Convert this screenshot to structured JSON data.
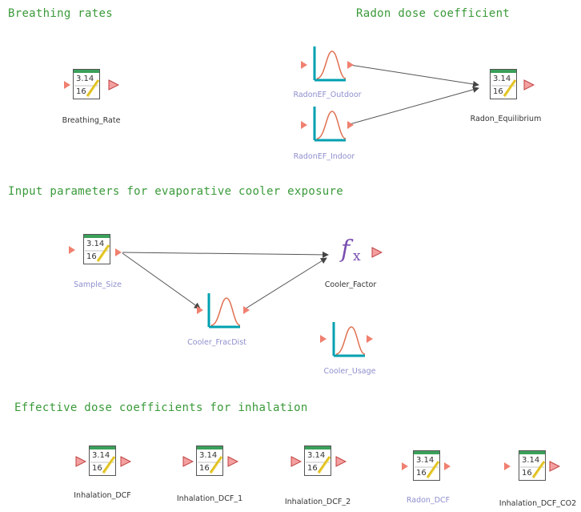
{
  "sections": {
    "breathing": "Breathing rates",
    "radon": "Radon dose coefficient",
    "cooler": "Input parameters for evaporative cooler exposure",
    "inhalation": "Effective dose coefficients for inhalation"
  },
  "nodes": {
    "breathing_rate": {
      "label": "Breathing_Rate",
      "top": "3.14",
      "bottom": "16"
    },
    "radon_outdoor": {
      "label": "RadonEF_Outdoor"
    },
    "radon_indoor": {
      "label": "RadonEF_Indoor"
    },
    "radon_equilibrium": {
      "label": "Radon_Equilibrium",
      "top": "3.14",
      "bottom": "16"
    },
    "sample_size": {
      "label": "Sample_Size",
      "top": "3.14",
      "bottom": "16"
    },
    "cooler_factor": {
      "label": "Cooler_Factor",
      "symbol": "f",
      "subscript": "x"
    },
    "cooler_fracdist": {
      "label": "Cooler_FracDist"
    },
    "cooler_usage": {
      "label": "Cooler_Usage"
    },
    "inhalation_dcf": {
      "label": "Inhalation_DCF",
      "top": "3.14",
      "bottom": "16"
    },
    "inhalation_dcf_1": {
      "label": "Inhalation_DCF_1",
      "top": "3.14",
      "bottom": "16"
    },
    "inhalation_dcf_2": {
      "label": "Inhalation_DCF_2",
      "top": "3.14",
      "bottom": "16"
    },
    "radon_dcf": {
      "label": "Radon_DCF",
      "top": "3.14",
      "bottom": "16"
    },
    "inhalation_dcf_co2": {
      "label": "Inhalation_DCF_CO2",
      "top": "3.14",
      "bottom": "16"
    }
  },
  "colors": {
    "section_title": "#3a9a3a",
    "wire": "#555555",
    "port_in": "#f08070",
    "port_out": "#e06a5a",
    "axis": "#00a0b0",
    "curve": "#e07050",
    "fx": "#7a4fb0",
    "label_linked": "#8f8fcf"
  },
  "icons": [
    "data-element-icon",
    "distribution-icon",
    "function-icon",
    "input-port-icon",
    "output-port-icon"
  ]
}
